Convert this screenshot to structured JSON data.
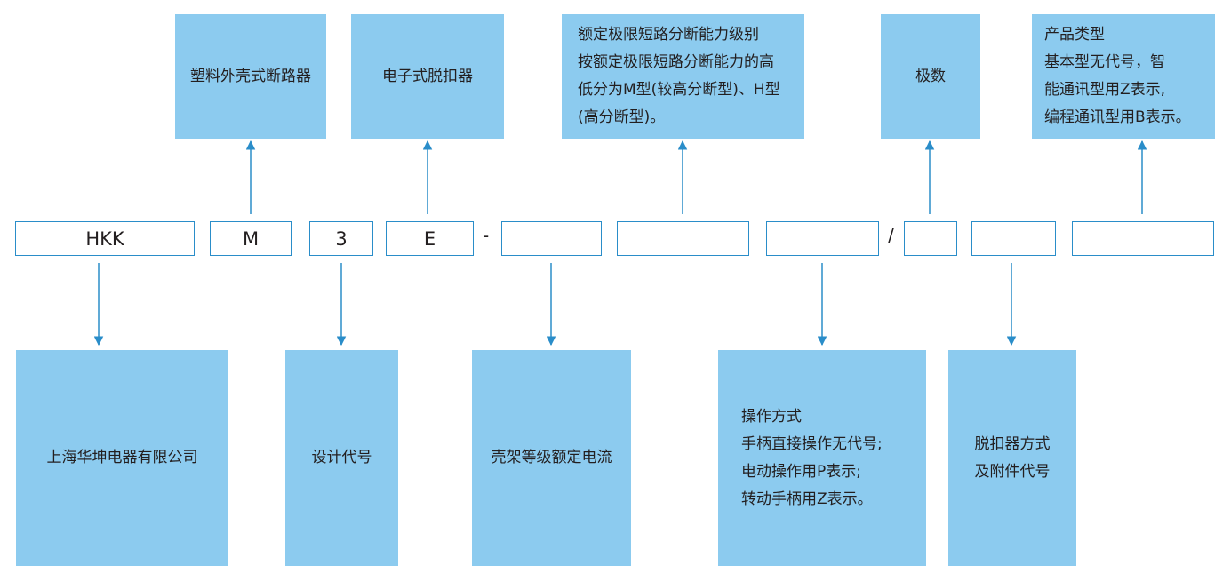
{
  "colors": {
    "box_fill": "#8ccbef",
    "line": "#2a8dc9",
    "text": "#231f20"
  },
  "code_cells": [
    "HKK",
    "M",
    "3",
    "E",
    "",
    "",
    "",
    "",
    "",
    ""
  ],
  "separators": [
    "-",
    "/"
  ],
  "top_boxes": [
    {
      "lines": [
        "塑料外壳式断路器"
      ]
    },
    {
      "lines": [
        "电子式脱扣器"
      ]
    },
    {
      "lines": [
        "额定极限短路分断能力级别",
        "按额定极限短路分断能力的高",
        "低分为M型(较高分断型)、H型",
        "(高分断型)。"
      ]
    },
    {
      "lines": [
        "极数"
      ]
    },
    {
      "lines": [
        "产品类型",
        "基本型无代号，智",
        "能通讯型用Z表示,",
        "编程通讯型用B表示。"
      ]
    }
  ],
  "bottom_boxes": [
    {
      "lines": [
        "上海华坤电器有限公司"
      ]
    },
    {
      "lines": [
        "设计代号"
      ]
    },
    {
      "lines": [
        "壳架等级额定电流"
      ]
    },
    {
      "lines": [
        "操作方式",
        "手柄直接操作无代号;",
        "电动操作用P表示;",
        "转动手柄用Z表示。"
      ]
    },
    {
      "lines": [
        "脱扣器方式",
        "及附件代号"
      ]
    }
  ]
}
